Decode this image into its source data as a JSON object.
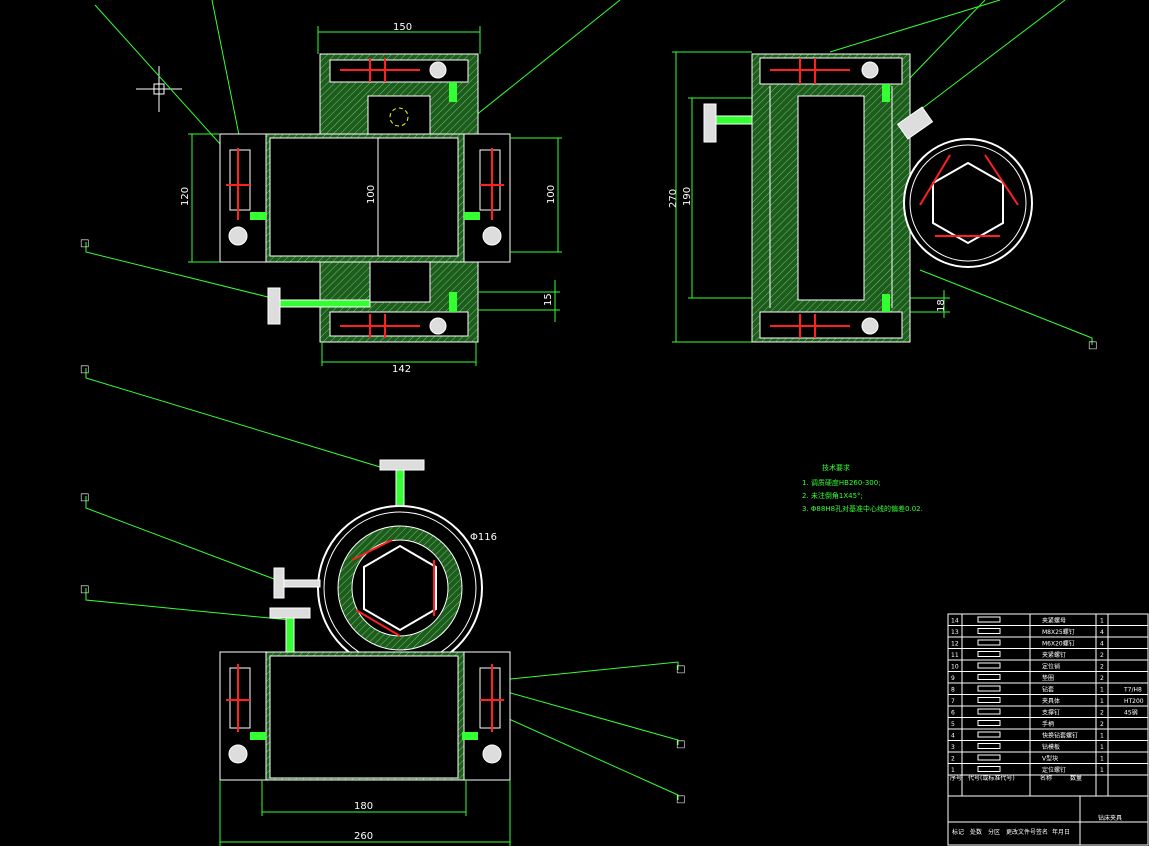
{
  "dimensions": {
    "top_left_width": "150",
    "top_left_left_height": "120",
    "top_left_inner_height": "100",
    "top_left_right_height": "100",
    "top_left_bottom_width": "142",
    "top_left_offset": "15",
    "top_right_outer_height": "270",
    "top_right_inner_height": "190",
    "top_right_offset": "18",
    "bottom_ring_dia": "Φ116",
    "bottom_inner_width": "180",
    "bottom_outer_width": "260"
  },
  "technical_requirements": {
    "title": "技术要求",
    "items": [
      "1. 调质硬度HB260-300;",
      "2. 未注倒角1X45°;",
      "3. Φ88H8孔对基准中心线的偏差0.02."
    ]
  },
  "bom": {
    "rows": [
      {
        "name": "夹紧螺母",
        "qty": "1",
        "note": ""
      },
      {
        "name": "M8X25螺钉",
        "qty": "4",
        "note": ""
      },
      {
        "name": "M6X20螺钉",
        "qty": "4",
        "note": ""
      },
      {
        "name": "夹紧螺钉",
        "qty": "2",
        "note": ""
      },
      {
        "name": "定位销",
        "qty": "2",
        "note": ""
      },
      {
        "name": "垫圈",
        "qty": "2",
        "note": ""
      },
      {
        "name": "钻套",
        "qty": "1",
        "note": "T7/H8"
      },
      {
        "name": "夹具体",
        "qty": "1",
        "note": "HT200"
      },
      {
        "name": "支撑钉",
        "qty": "2",
        "note": "45钢"
      },
      {
        "name": "手柄",
        "qty": "2",
        "note": ""
      },
      {
        "name": "快换钻套螺钉",
        "qty": "1",
        "note": ""
      },
      {
        "name": "钻模板",
        "qty": "1",
        "note": ""
      },
      {
        "name": "V型块",
        "qty": "1",
        "note": ""
      },
      {
        "name": "定位螺钉",
        "qty": "1",
        "note": ""
      }
    ],
    "header_labels": [
      "序号",
      "代号(或标准代号)",
      "名称",
      "数量"
    ],
    "title_block_title": "钻床夹具",
    "footer_labels": [
      "标记",
      "处数",
      "分区",
      "更改文件号",
      "签名",
      "年月日"
    ]
  },
  "colors": {
    "line": "#ffffff",
    "hatch": "#2a7a2a",
    "leader": "#33ff33",
    "center": "#ff2020",
    "accent": "#ffff00"
  }
}
